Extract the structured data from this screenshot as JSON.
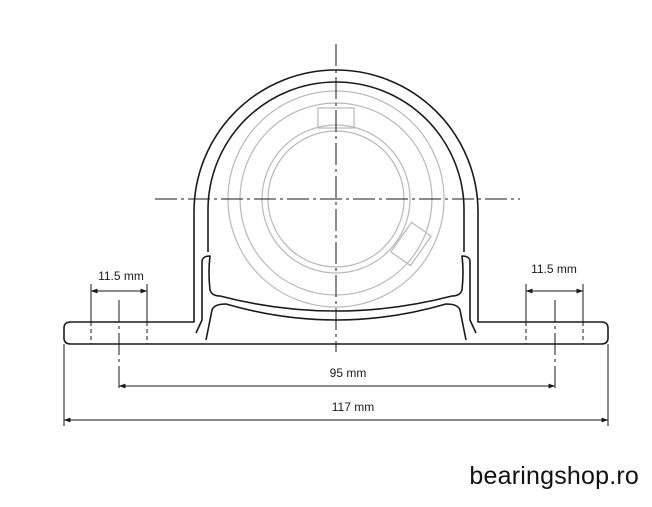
{
  "dimensions": {
    "left_hole": "11.5 mm",
    "right_hole": "11.5 mm",
    "bolt_spacing": "95 mm",
    "overall_length": "117 mm"
  },
  "brand": "bearingshop.ro",
  "colors": {
    "outline": "#1a1a1a",
    "hidden_bearing": "#b8b8b8"
  }
}
